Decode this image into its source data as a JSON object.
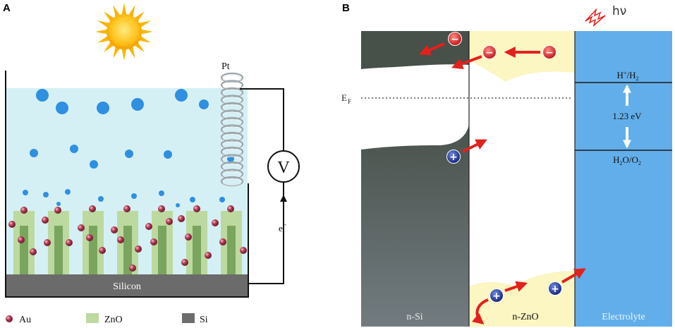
{
  "panel_a": {
    "letter": "A",
    "electrode_label": "Pt",
    "substrate_label": "Silicon",
    "meter_label": "V",
    "electron_label": "e",
    "electron_sup": "-",
    "legend": [
      {
        "label": "Au",
        "color": "#b03a4e"
      },
      {
        "label": "ZnO",
        "color": "#bcd9a0"
      },
      {
        "label": "Si",
        "color": "#6d6d6d"
      }
    ]
  },
  "panel_b": {
    "letter": "B",
    "light_label": "hν",
    "fermi_label": "E",
    "fermi_sub": "F",
    "h_level_label": "H",
    "h_level_sup": "+",
    "h_level_suffix": "/H",
    "h_level_sub": "2",
    "gap_label": "1.23 eV",
    "o_level_prefix": "H",
    "o_level_sub1": "2",
    "o_level_mid": "O/O",
    "o_level_sub2": "2",
    "region_si": "n-Si",
    "region_zno": "n-ZnO",
    "region_electrolyte": "Electrolyte",
    "electron_symbol": "−",
    "hole_symbol": "+"
  },
  "colors": {
    "liquid": "#d4f0f5",
    "bubble": "#2f8fe0",
    "zno": "#bcd9a0",
    "zno_core": "#7aa55e",
    "silicon": "#6b6b6b",
    "au": "#b03a4e",
    "electrolyte": "#62aeea",
    "zno_band": "#fbf6c2",
    "si_dark": "#475049",
    "arrow": "#e3211c",
    "electron": "#d42d2d",
    "hole": "#1f3a9a"
  }
}
